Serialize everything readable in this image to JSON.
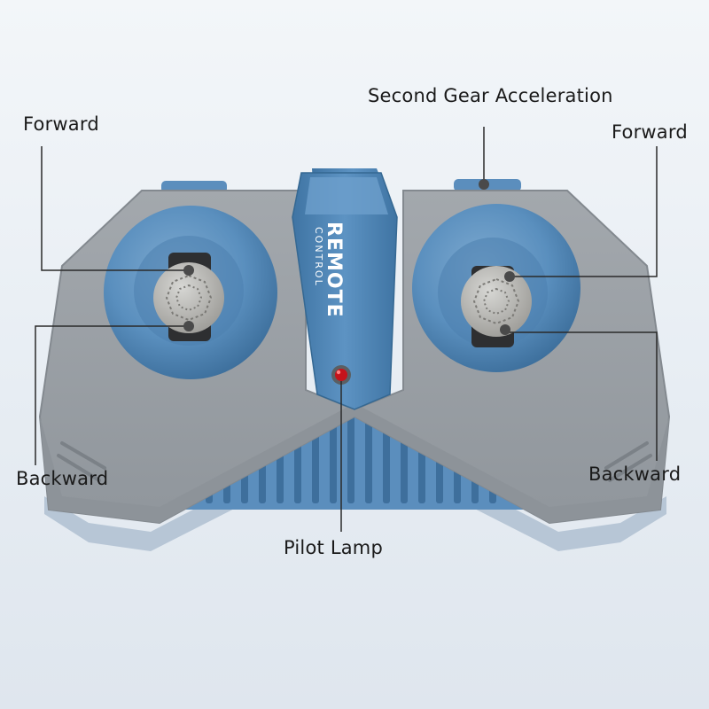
{
  "device_text": {
    "brand_line1": "REMOTE",
    "brand_line2": "CONTROL"
  },
  "callouts": {
    "forward_left": "Forward",
    "forward_right": "Forward",
    "second_gear": "Second Gear Acceleration",
    "backward_left": "Backward",
    "backward_right": "Backward",
    "pilot_lamp": "Pilot Lamp"
  },
  "colors": {
    "body_gray": "#9aa0a6",
    "accent_blue": "#4f86b6",
    "lamp_red": "#c4141b",
    "callout_line": "#2a2a2a"
  }
}
